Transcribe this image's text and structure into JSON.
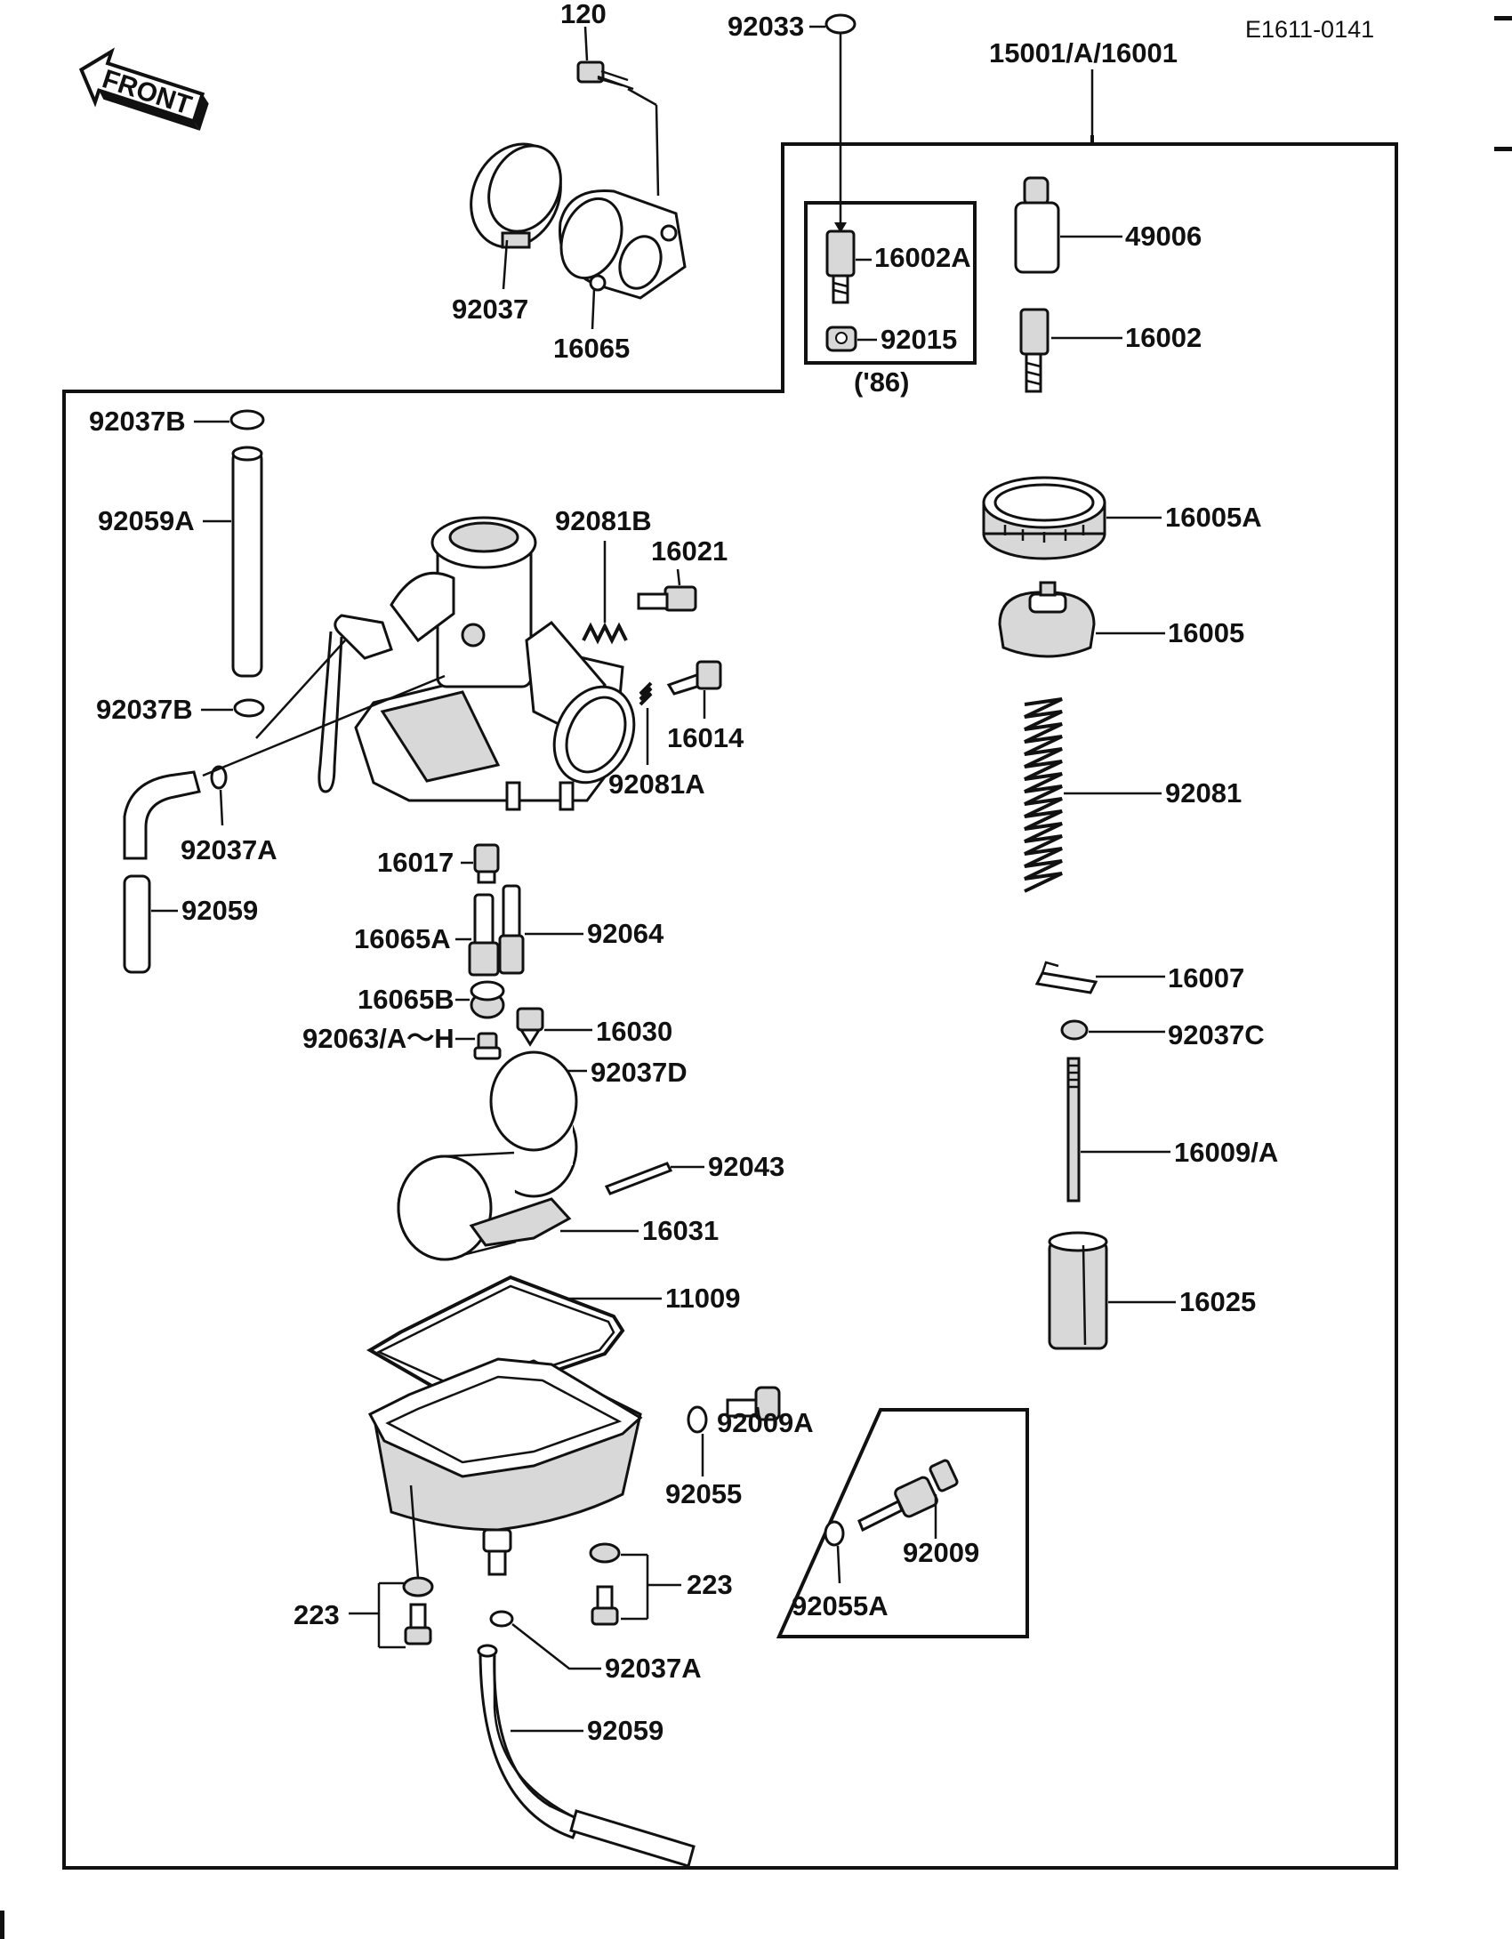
{
  "diagram_code": "E1611-0141",
  "front_badge": "FRONT",
  "assembly_label": "15001/A/16001",
  "year_note": "('86)",
  "labels": {
    "p120": "120",
    "p92033": "92033",
    "p92037": "92037",
    "p16065": "16065",
    "p16002A": "16002A",
    "p92015": "92015",
    "p49006": "49006",
    "p16002": "16002",
    "p92037B_1": "92037B",
    "p92059A": "92059A",
    "p92081B": "92081B",
    "p16021": "16021",
    "p16005A": "16005A",
    "p16005": "16005",
    "p92037B_2": "92037B",
    "p16014": "16014",
    "p92081A": "92081A",
    "p92037A_1": "92037A",
    "p92081": "92081",
    "p16017": "16017",
    "p92059_1": "92059",
    "p16065A": "16065A",
    "p92064": "92064",
    "p16007": "16007",
    "p16065B": "16065B",
    "p16030": "16030",
    "p92037C": "92037C",
    "p92063": "92063/A～H",
    "p92037D": "92037D",
    "p16009A": "16009/A",
    "p92043": "92043",
    "p16031": "16031",
    "p16025": "16025",
    "p11009": "11009",
    "p92055": "92055",
    "p92009A": "92009A",
    "p92009": "92009",
    "p223_left": "223",
    "p223_right": "223",
    "p92055A": "92055A",
    "p92037A_2": "92037A",
    "p92059_2": "92059"
  }
}
